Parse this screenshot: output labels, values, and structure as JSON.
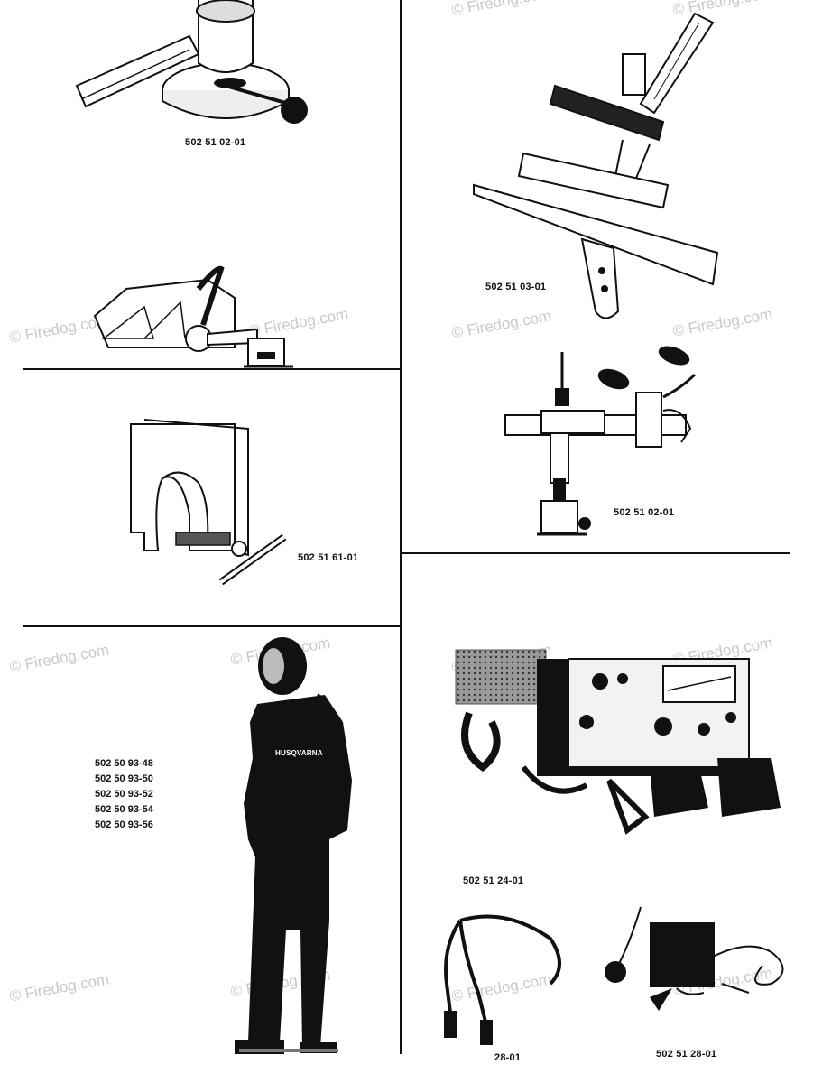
{
  "watermark": "© Firedog.com",
  "parts": {
    "vise_top": "502 51 02-01",
    "chain_clamp": "502 51 03-01",
    "splitting_guard": "502 51 61-01",
    "bench_vise": "502 51 02-01",
    "tester_kit": "502 51 24-01",
    "cable_partial": "28-01",
    "ignition_tester": "502 51 28-01"
  },
  "overall_sizes": [
    "502 50 93-48",
    "502 50 93-50",
    "502 50 93-52",
    "502 50 93-54",
    "502 50 93-56"
  ],
  "overall_badge": "HUSQVARNA"
}
